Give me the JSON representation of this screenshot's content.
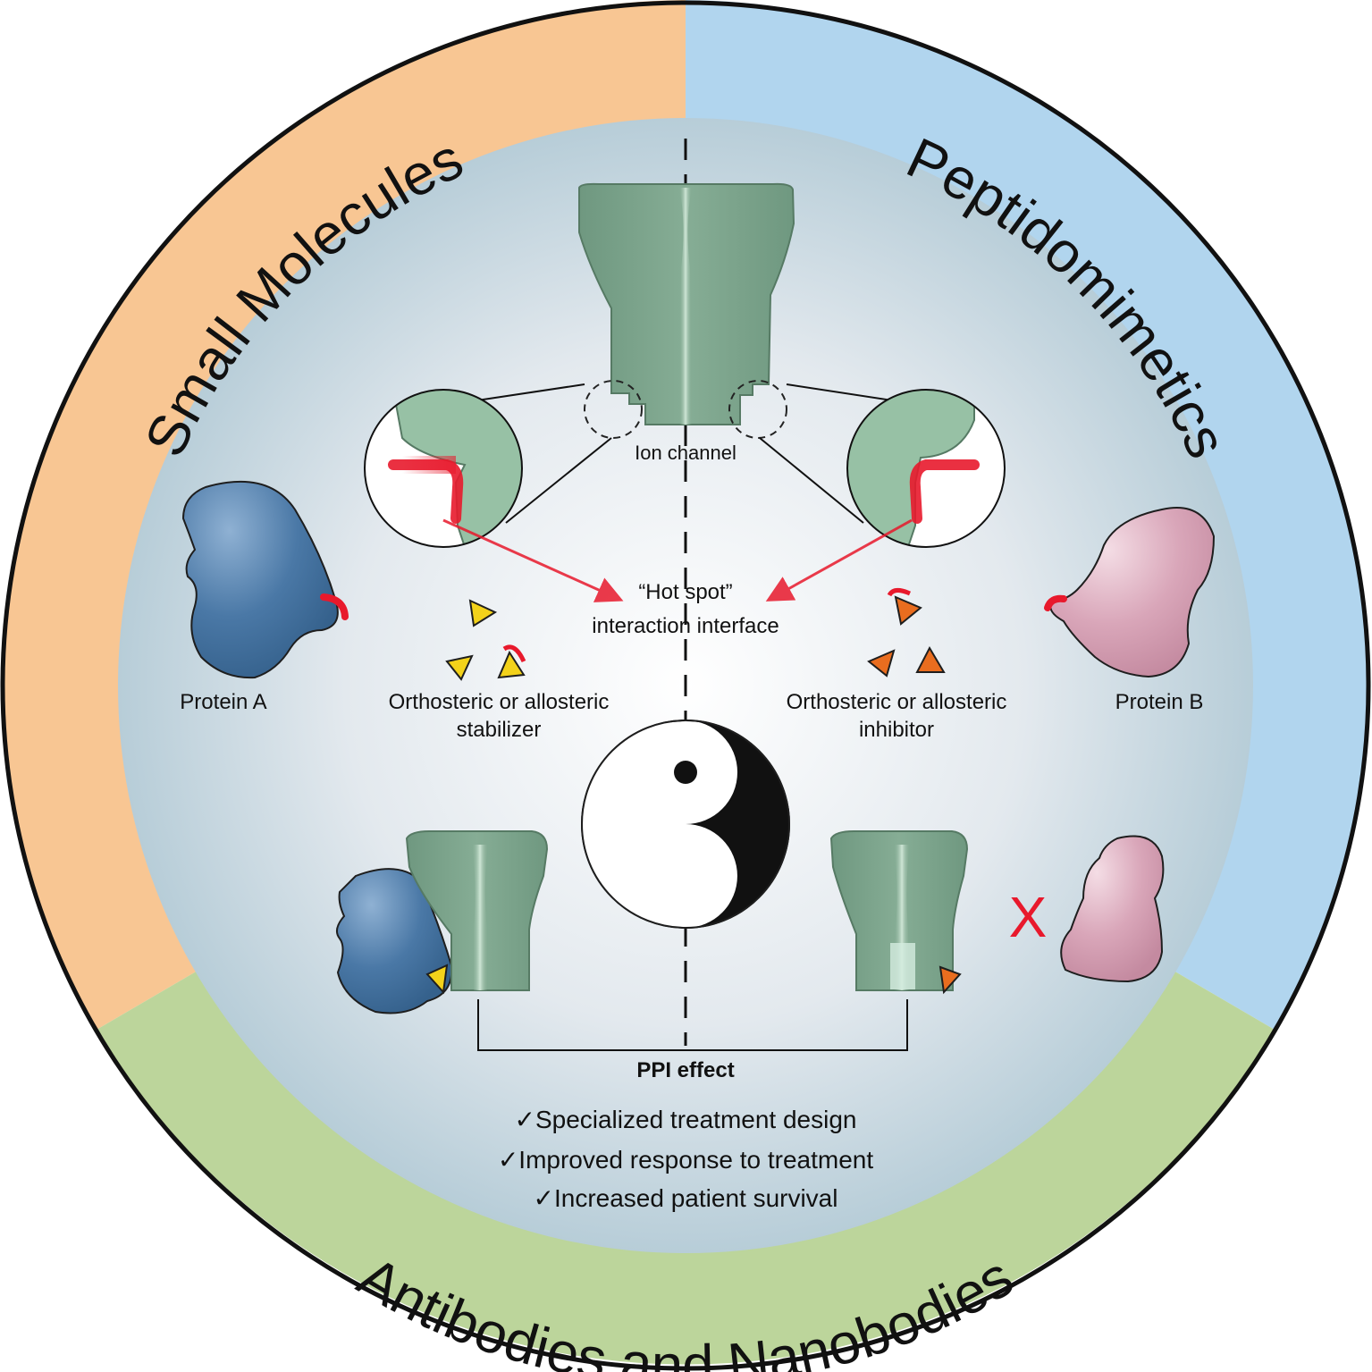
{
  "sectors": {
    "small_molecules": {
      "title": "Small Molecules",
      "color": "#f8c693"
    },
    "peptidomimetics": {
      "title": "Peptidomimetics",
      "color": "#b1d5ee"
    },
    "antibodies": {
      "title": "Antibodies and Nanobodies",
      "color": "#bcd59b"
    }
  },
  "labels": {
    "ion_channel": "Ion channel",
    "hot_spot_line1": "“Hot spot”",
    "hot_spot_line2": "interaction interface",
    "protein_a": "Protein A",
    "protein_b": "Protein B",
    "stabilizer_line1": "Orthosteric or allosteric",
    "stabilizer_line2": "stabilizer",
    "inhibitor_line1": "Orthosteric or allosteric",
    "inhibitor_line2": "inhibitor",
    "x_mark": "X",
    "ppi_effect": "PPI effect"
  },
  "benefits": [
    "✓Specialized treatment design",
    "✓Improved response to treatment",
    "✓Increased patient survival"
  ],
  "colors": {
    "channel": "#7fa58e",
    "channel_light": "#9fc5ae",
    "protein_a": "#3f6e9c",
    "protein_b": "#d49db2",
    "stabilizer": "#f3d21a",
    "inhibitor": "#e96d1f",
    "hot_spot": "#e8192c"
  },
  "icons": {
    "center": "yin-yang-icon",
    "arrows": "red-arrow-icon"
  }
}
